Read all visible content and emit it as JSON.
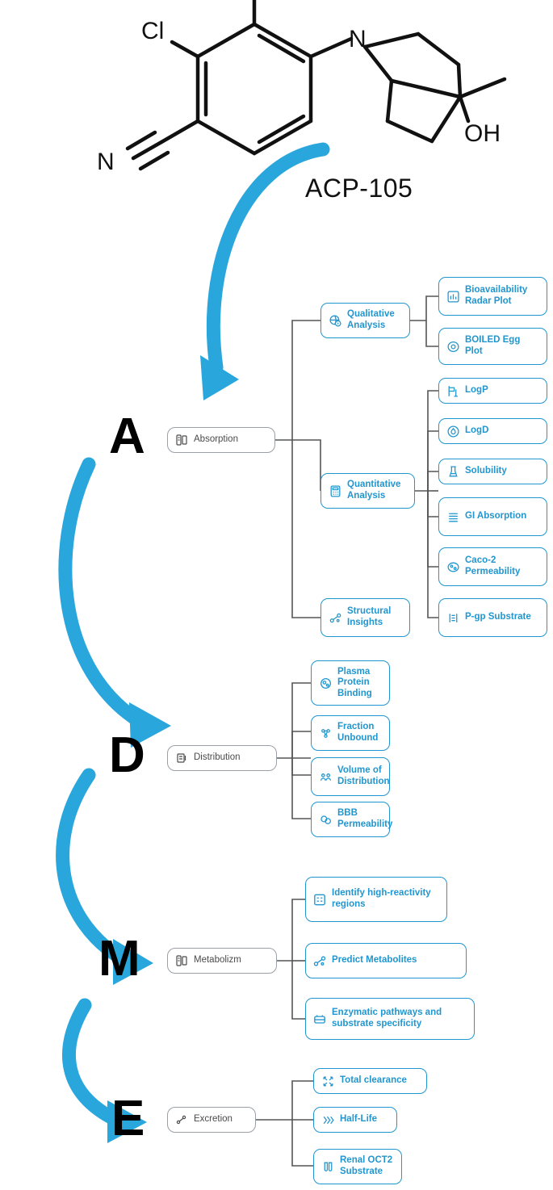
{
  "figure": {
    "compound_label": "ACP-105",
    "accent_color": "#2196cf",
    "arrow_color": "#29a6dc",
    "gray_color": "#9aa0a6",
    "molecule_atom_labels": [
      "Cl",
      "N",
      "N",
      "OH"
    ]
  },
  "stages": [
    {
      "letter": "A",
      "root": {
        "label": "Absorption",
        "icon": "absorption-icon"
      },
      "children": [
        {
          "label": "Qualitative Analysis",
          "icon": "globe-search-icon",
          "children": [
            {
              "label": "Bioavailability Radar Plot",
              "icon": "radar-chart-icon"
            },
            {
              "label": "BOILED Egg Plot",
              "icon": "egg-icon"
            }
          ]
        },
        {
          "label": "Quantitative Analysis",
          "icon": "calculator-icon",
          "children": [
            {
              "label": "LogP",
              "icon": "partition-icon"
            },
            {
              "label": "LogD",
              "icon": "droplet-icon"
            },
            {
              "label": "Solubility",
              "icon": "beaker-icon"
            },
            {
              "label": "GI Absorption",
              "icon": "intestine-icon"
            },
            {
              "label": "Caco-2 Permeability",
              "icon": "cell-icon"
            },
            {
              "label": "P-gp Substrate",
              "icon": "pump-icon"
            }
          ]
        },
        {
          "label": "Structural Insights",
          "icon": "molecule-icon",
          "children": []
        }
      ]
    },
    {
      "letter": "D",
      "root": {
        "label": "Distribution",
        "icon": "distribution-icon"
      },
      "children": [
        {
          "label": "Plasma Protein Binding",
          "icon": "protein-icon"
        },
        {
          "label": "Fraction Unbound",
          "icon": "fraction-icon"
        },
        {
          "label": "Volume of Distribution",
          "icon": "volume-icon"
        },
        {
          "label": "BBB Permeability",
          "icon": "brain-barrier-icon"
        }
      ]
    },
    {
      "letter": "M",
      "root": {
        "label": "Metabolizm",
        "icon": "metabolism-icon"
      },
      "children": [
        {
          "label": "Identify high-reactivity regions",
          "icon": "reactivity-icon"
        },
        {
          "label": "Predict Metabolites",
          "icon": "metabolite-icon"
        },
        {
          "label": "Enzymatic pathways and substrate specificity",
          "icon": "enzyme-icon"
        }
      ]
    },
    {
      "letter": "E",
      "root": {
        "label": "Excretion",
        "icon": "excretion-icon"
      },
      "children": [
        {
          "label": "Total clearance",
          "icon": "clearance-icon"
        },
        {
          "label": "Half-Life",
          "icon": "halflife-icon"
        },
        {
          "label": "Renal OCT2 Substrate",
          "icon": "kidney-tube-icon"
        }
      ]
    }
  ]
}
